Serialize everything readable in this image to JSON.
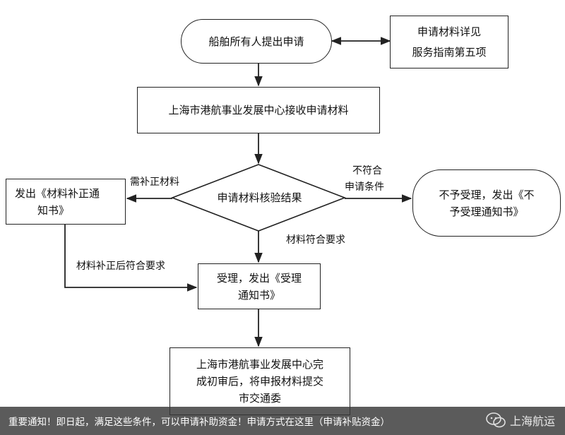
{
  "nodes": {
    "applicant": "船舶所有人提出申请",
    "guide_line1": "申请材料详见",
    "guide_line2": "服务指南第五项",
    "receive": "上海市港航事业发展中心接收申请材料",
    "decision": "申请材料核验结果",
    "supplement_line1": "发出《材料补正通",
    "supplement_line2": "知书》",
    "reject_line1": "不予受理，发出《不",
    "reject_line2": "予受理通知书》",
    "accept_line1": "受理，发出《受理",
    "accept_line2": "通知书》",
    "review_line1": "上海市港航事业发展中心完",
    "review_line2": "成初审后，将申报材料提交",
    "review_line3": "市交通委"
  },
  "edge_labels": {
    "need_supplement": "需补正材料",
    "not_meet_line1": "不符合",
    "not_meet_line2": "申请条件",
    "meets": "材料符合要求",
    "after_supplement": "材料补正后符合要求"
  },
  "banner": {
    "text": "重要通知！即日起，满足这些条件，可以申请补助资金！申请方式在这里（申请补贴资金）",
    "brand": "上海航运"
  },
  "colors": {
    "line": "#222222",
    "banner_bg": "#373737"
  }
}
